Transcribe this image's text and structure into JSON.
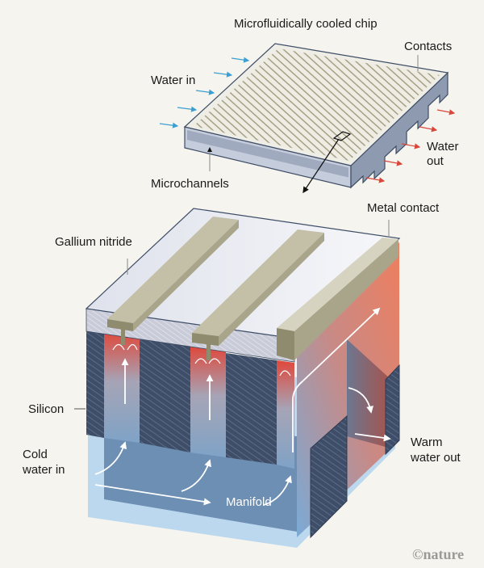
{
  "title": "Microfluidically cooled chip",
  "labels": {
    "contacts": "Contacts",
    "water_in": "Water in",
    "water_out_line1": "Water",
    "water_out_line2": "out",
    "microchannels": "Microchannels",
    "metal_contact": "Metal contact",
    "gallium_nitride": "Gallium nitride",
    "silicon": "Silicon",
    "cold_water_in_line1": "Cold",
    "cold_water_in_line2": "water in",
    "warm_water_out_line1": "Warm",
    "warm_water_out_line2": "water out",
    "manifold": "Manifold"
  },
  "credit": "©nature",
  "colors": {
    "background": "#f5f4ee",
    "inflow_arrow": "#3b9fd1",
    "outflow_arrow": "#d9463a",
    "contact_metal": "#c6c2a8",
    "silicon": "#3e4d66",
    "hot": "#e0473a",
    "cold": "#7da3c4",
    "manifold": "#6f92b3"
  }
}
